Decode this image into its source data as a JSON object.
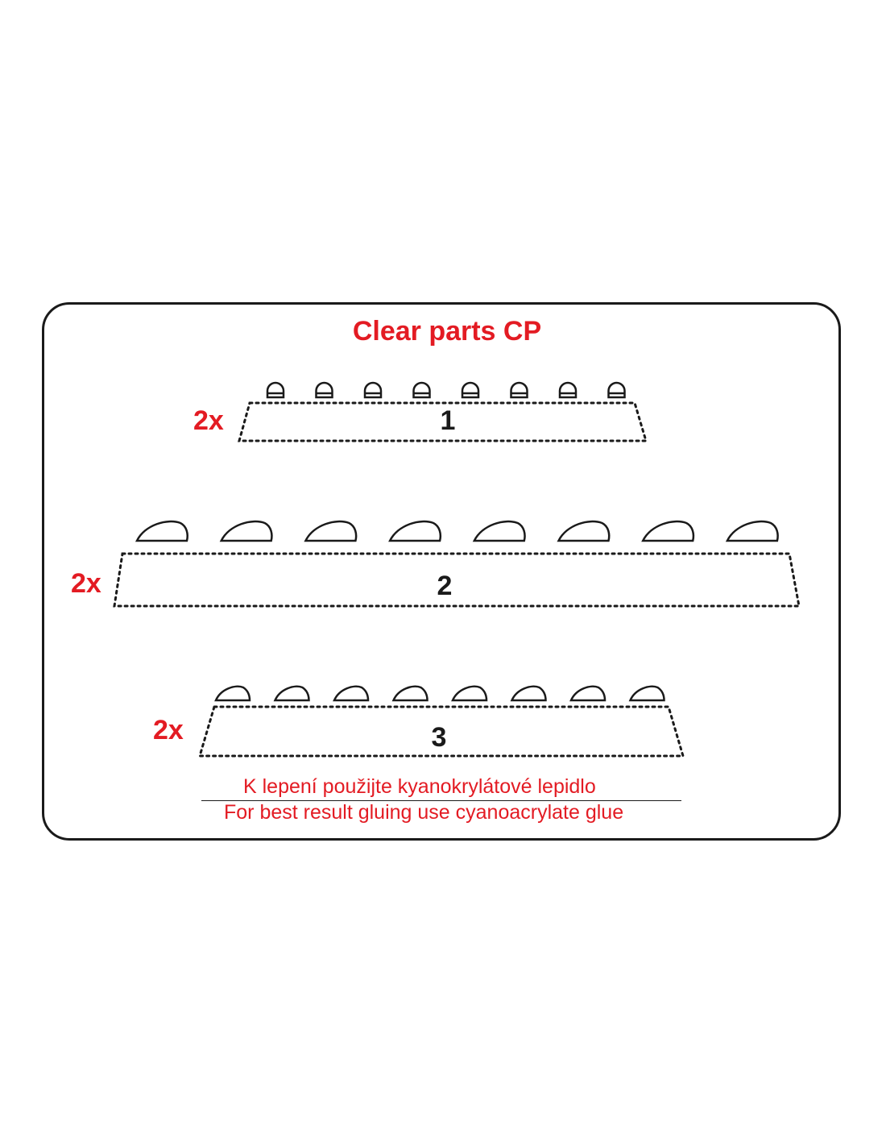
{
  "title": "Clear parts CP",
  "parts": [
    {
      "number": "1",
      "quantity": "2x",
      "domes": 8
    },
    {
      "number": "2",
      "quantity": "2x",
      "domes": 8
    },
    {
      "number": "3",
      "quantity": "2x",
      "domes": 8
    }
  ],
  "note": {
    "czech": "K lepení použijte kyanokrylátové lepidlo",
    "english": "For best result gluing use cyanoacrylate glue"
  },
  "colors": {
    "accent": "#e31b23",
    "outline": "#1a1a1a"
  }
}
